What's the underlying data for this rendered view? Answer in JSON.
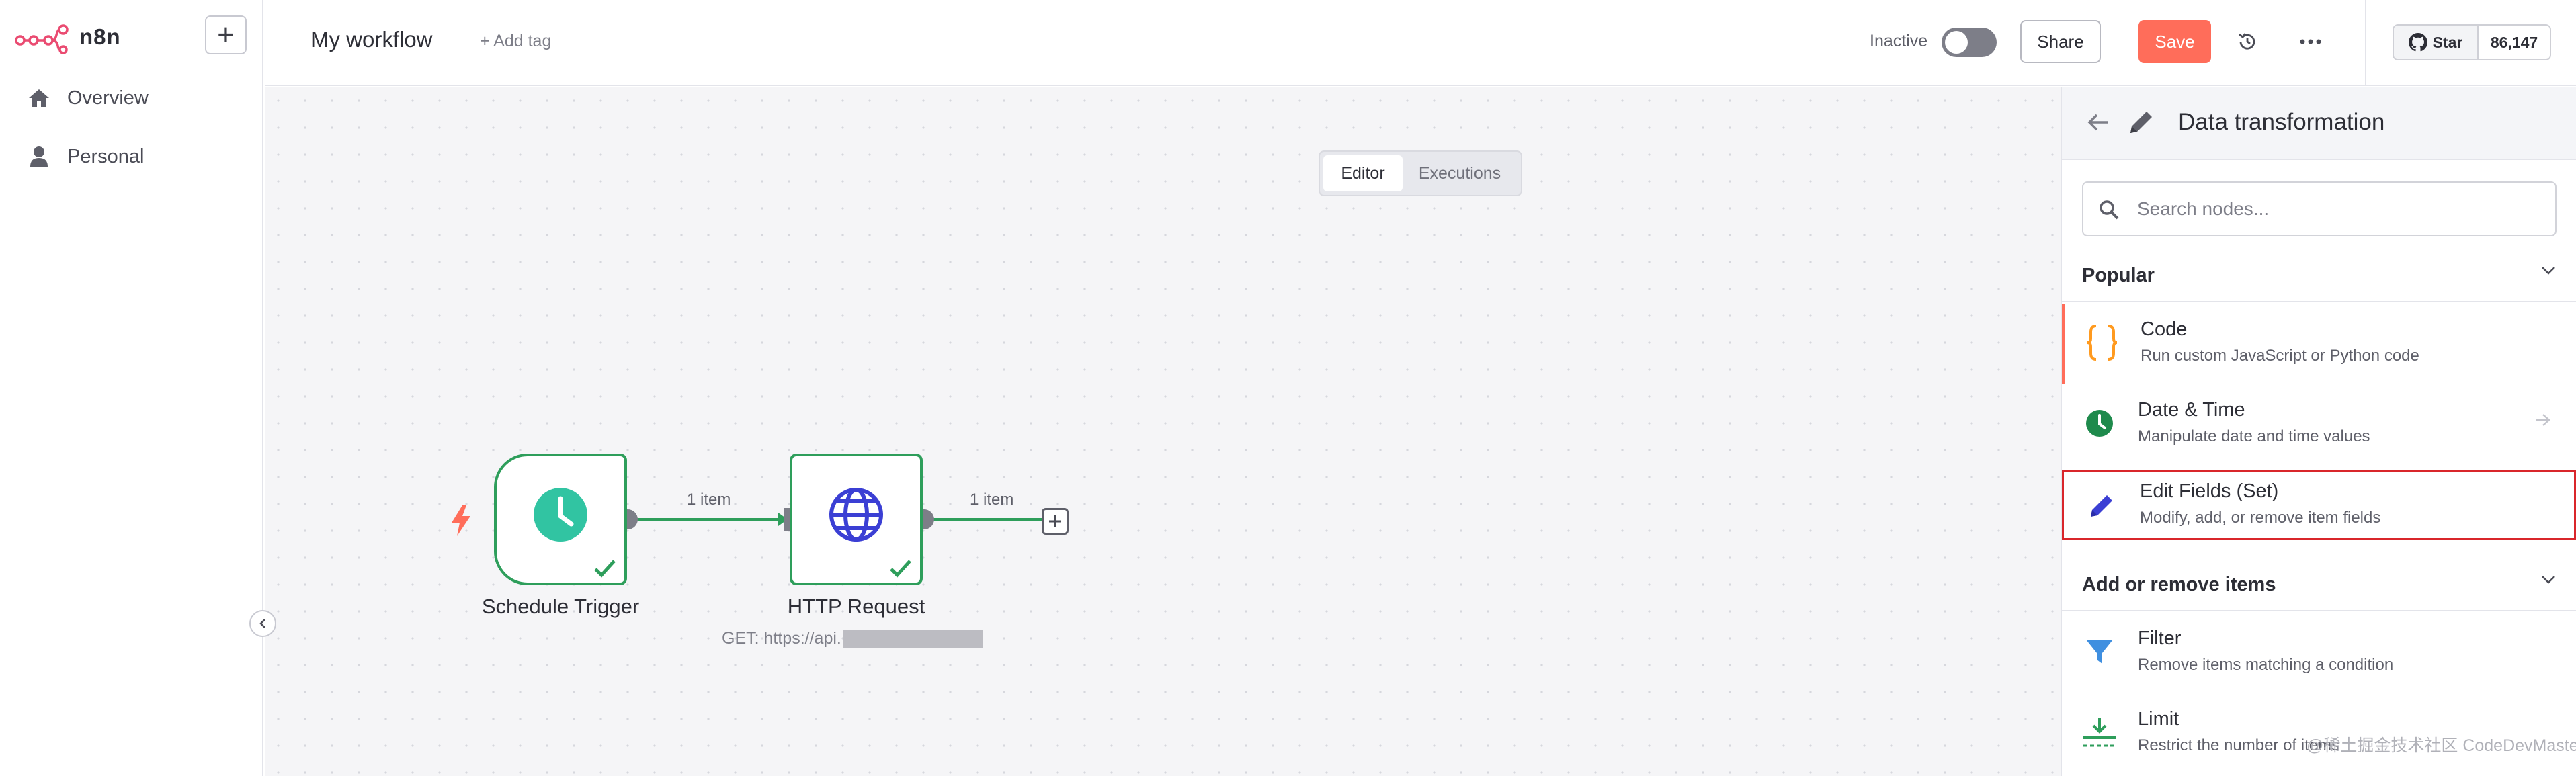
{
  "app": {
    "name": "n8n",
    "brand_color": "#ff6d5a",
    "accent_green": "#2e9e5b"
  },
  "sidebar": {
    "add_label": "+",
    "items": [
      {
        "label": "Overview",
        "icon": "home-icon"
      },
      {
        "label": "Personal",
        "icon": "user-icon"
      }
    ]
  },
  "header": {
    "workflow_name": "My workflow",
    "add_tag": "+ Add tag",
    "status_label": "Inactive",
    "share_label": "Share",
    "save_label": "Save",
    "github": {
      "star_label": "Star",
      "count": "86,147"
    }
  },
  "canvas": {
    "tabs": [
      {
        "label": "Editor",
        "active": true
      },
      {
        "label": "Executions",
        "active": false
      }
    ],
    "nodes": [
      {
        "name": "Schedule Trigger",
        "icon": "clock-icon",
        "status": "success"
      },
      {
        "name": "HTTP Request",
        "icon": "globe-icon",
        "status": "success",
        "subtitle": "GET: https://api."
      }
    ],
    "edges": [
      {
        "label": "1 item"
      },
      {
        "label": "1 item"
      }
    ]
  },
  "panel": {
    "title": "Data transformation",
    "search_placeholder": "Search nodes...",
    "sections": [
      {
        "title": "Popular",
        "items": [
          {
            "title": "Code",
            "desc": "Run custom JavaScript or Python code",
            "icon": "code-braces-icon"
          },
          {
            "title": "Date & Time",
            "desc": "Manipulate date and time values",
            "icon": "clock-icon"
          },
          {
            "title": "Edit Fields (Set)",
            "desc": "Modify, add, or remove item fields",
            "icon": "pencil-icon"
          }
        ]
      },
      {
        "title": "Add or remove items",
        "items": [
          {
            "title": "Filter",
            "desc": "Remove items matching a condition",
            "icon": "funnel-icon"
          },
          {
            "title": "Limit",
            "desc": "Restrict the number of items",
            "icon": "limit-icon"
          }
        ]
      }
    ]
  },
  "watermark": "@稀土掘金技术社区 CodeDevMaster"
}
